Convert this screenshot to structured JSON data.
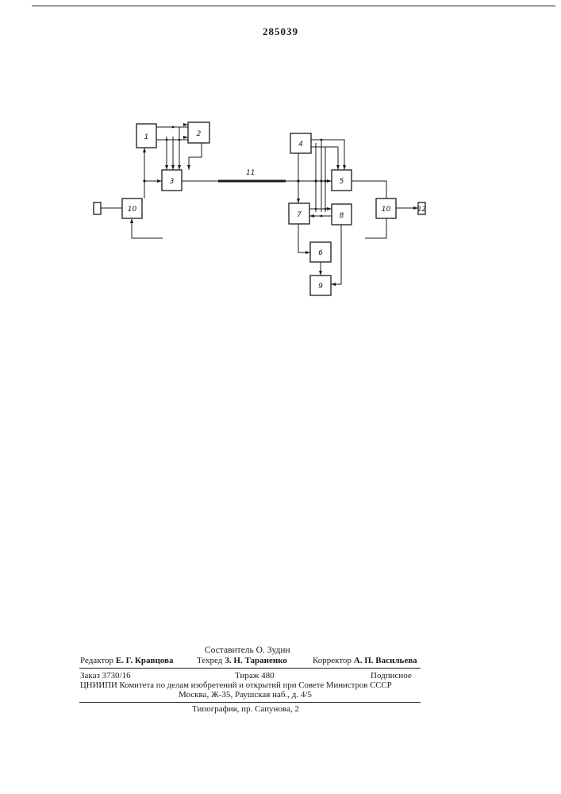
{
  "patent_number": "285039",
  "diagram": {
    "blocks": [
      "1",
      "2",
      "3",
      "4",
      "5",
      "7",
      "8",
      "6",
      "9",
      "10",
      "10",
      "12"
    ],
    "line_label": "11"
  },
  "imprint": {
    "compiler": "Составитель О. Зудин",
    "editor_role": "Редактор",
    "editor_name": "Е. Г. Кравцова",
    "techred_role": "Техред",
    "techred_name": "З. Н. Тараненко",
    "corrector_role": "Корректор",
    "corrector_name": "А. П. Васильева",
    "order": "Заказ 3730/16",
    "circulation": "Тираж 480",
    "subscription": "Подписное",
    "org": "ЦНИИПИ Комитета по делам изобретений и открытий при Совете Министров СССР",
    "address": "Москва, Ж-35, Раушская наб., д. 4/5",
    "printer": "Типография, пр. Сапунова, 2"
  }
}
